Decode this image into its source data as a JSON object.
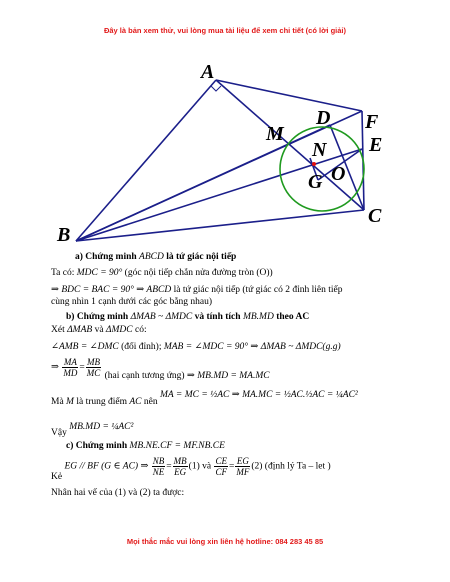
{
  "banner_top": "Đây là bản xem thử, vui lòng mua tài liệu để xem chi tiết (có lời giải)",
  "banner_bottom": "Mọi thắc mắc vui lòng xin liên hệ hotline: 084 283 45 85",
  "figure": {
    "labels": {
      "A": "A",
      "B": "B",
      "C": "C",
      "D": "D",
      "E": "E",
      "F": "F",
      "G": "G",
      "M": "M",
      "N": "N",
      "O": "O"
    },
    "colors": {
      "lines": "#1b1f8a",
      "circle": "#1f9a1f",
      "center": "#e01010"
    }
  },
  "part_a": {
    "title_prefix": "a) Chứng minh",
    "title_math": "ABCD",
    "title_suffix": "là tứ giác nội tiếp",
    "line1_prefix": "Ta có:",
    "line1_math": "MDC = 90°",
    "line1_note": "(góc nội tiếp chắn nửa đường tròn (O))",
    "line2_math": "⇒ BDC = BAC = 90° ⇒ ABCD",
    "line2_text": "là tứ giác nội tiếp (tứ giác có 2 đỉnh liên tiếp",
    "line3_text": "cùng nhìn 1 cạnh dưới các góc bằng nhau)"
  },
  "part_b": {
    "title_prefix": "b) Chứng minh",
    "title_math1": "ΔMAB ~ ΔMDC",
    "title_mid": "và tính tích",
    "title_math2": "MB.MD",
    "title_suffix": "theo AC",
    "line1_prefix": "Xét",
    "line1_math1": "ΔMAB",
    "line1_and": "và",
    "line1_math2": "ΔMDC",
    "line1_suffix": "có:",
    "line2_math1": "∠AMB = ∠DMC",
    "line2_note": "(đối đỉnh);",
    "line2_math2": "MAB = ∠MDC = 90° ⇒ ΔMAB ~ ΔMDC(g.g)",
    "line3_arrow": "⇒",
    "frac_MA": {
      "num": "MA",
      "den": "MD"
    },
    "frac_MB": {
      "num": "MB",
      "den": "MC"
    },
    "line3_note": "(hai cạnh tương ứng)",
    "line3_result": "⇒ MB.MD = MA.MC",
    "line4_prefix": "Mà",
    "line4_M": "M",
    "line4_mid": "là trung điểm",
    "line4_AC": "AC",
    "line4_suffix": "nên",
    "line4_math": "MA = MC = ½AC ⇒ MA.MC = ½AC.½AC = ¼AC²",
    "line5_prefix": "Vậy",
    "line5_math": "MB.MD = ¼AC²"
  },
  "part_c": {
    "title_prefix": "c) Chứng minh",
    "title_math": "MB.NE.CF = MF.NB.CE",
    "line1_prefix": "Kẻ",
    "line1_math": "EG // BF (G ∈ AC) ⇒",
    "frac_NB": {
      "num": "NB",
      "den": "NE"
    },
    "frac_MB": {
      "num": "MB",
      "den": "EG"
    },
    "label_1": "(1)",
    "line1_and": "và",
    "frac_CE": {
      "num": "CE",
      "den": "CF"
    },
    "frac_EG": {
      "num": "EG",
      "den": "MF"
    },
    "label_2": "(2)",
    "line1_note": "(định lý Ta – let )",
    "line2_prefix": "Nhân hai vế của",
    "line2_label1": "(1)",
    "line2_and": "và",
    "line2_label2": "(2)",
    "line2_suffix": "ta được:"
  }
}
